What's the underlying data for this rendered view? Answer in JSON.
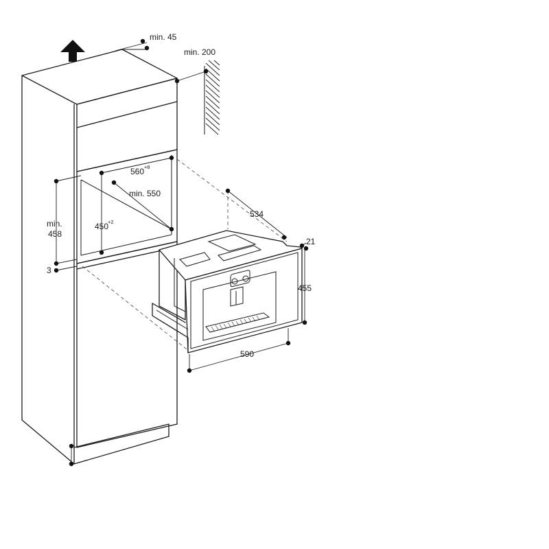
{
  "diagram": {
    "labels": {
      "top_clearance": "min. 45",
      "wall_clearance": "min. 200",
      "niche_width": "560",
      "niche_width_tol": "+8",
      "niche_depth": "min. 550",
      "niche_height": "450",
      "niche_height_tol": "+2",
      "cabinet_opening_line1": "min.",
      "cabinet_opening_line2": "458",
      "base_gap": "3",
      "device_depth": "534",
      "front_overhang": "21",
      "device_height": "455",
      "device_width": "590"
    }
  }
}
